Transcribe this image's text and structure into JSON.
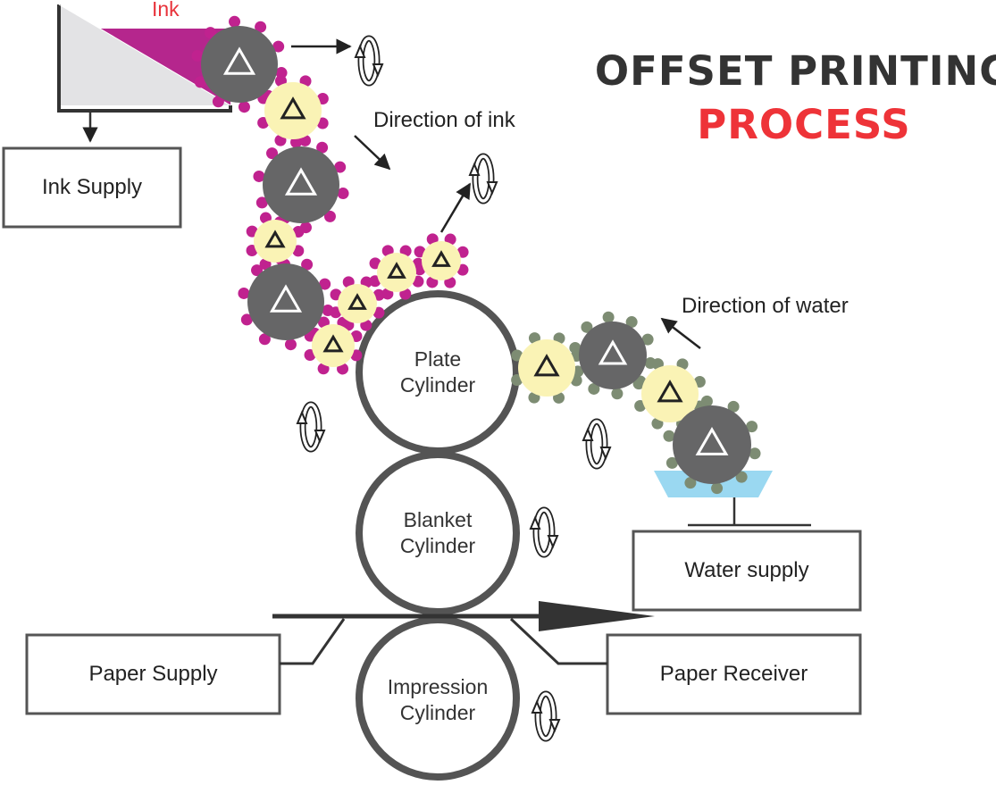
{
  "title": {
    "line1": "OFFSET PRINTING",
    "line2": "PROCESS"
  },
  "labels": {
    "ink": "Ink",
    "direction_ink": "Direction of ink",
    "direction_water": "Direction of water"
  },
  "boxes": {
    "ink_supply": "Ink Supply",
    "water_supply": "Water supply",
    "paper_supply": "Paper Supply",
    "paper_receiver": "Paper Receiver"
  },
  "cylinders": {
    "plate": "Plate\nCylinder",
    "blanket": "Blanket\nCylinder",
    "impression": "Impression\nCylinder"
  },
  "colors": {
    "ink_magenta": "#b5268d",
    "ink_dot": "#c0228f",
    "water_dot": "#7d8c73",
    "water_tray": "#9ad8f1",
    "roller_gray": "#666667",
    "roller_yellow": "#faf3b5",
    "title_dark": "#333333",
    "title_red": "#ee3338",
    "ink_label_red": "#e8323a"
  },
  "icons": [
    "rotation-arrows-icon",
    "triangle-icon",
    "arrow-icon"
  ]
}
